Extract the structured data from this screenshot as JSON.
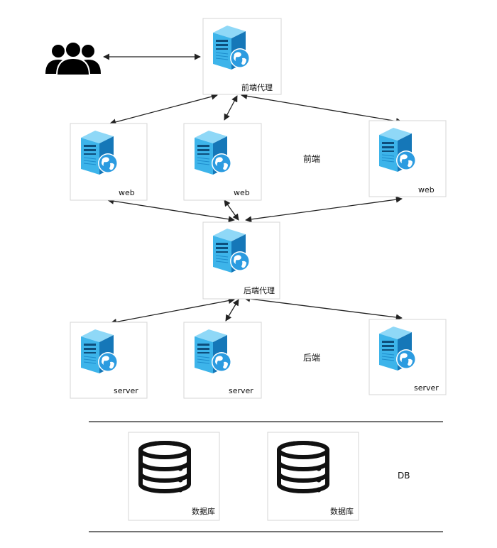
{
  "nodes": {
    "front_proxy": "前端代理",
    "web1": "web",
    "web2": "web",
    "web3": "web",
    "back_proxy": "后端代理",
    "server1": "server",
    "server2": "server",
    "server3": "server",
    "db1": "数据库",
    "db2": "数据库"
  },
  "tiers": {
    "frontend": "前端",
    "backend": "后端",
    "db": "DB"
  },
  "icons": {
    "users": "users-icon",
    "server": "server-globe-icon",
    "database": "database-icon"
  },
  "colors": {
    "server_light": "#4fc3f0",
    "server_dark": "#1a8fd0",
    "globe": "#2b9be0",
    "box_border": "#d5d5d5",
    "arrow": "#222222"
  }
}
